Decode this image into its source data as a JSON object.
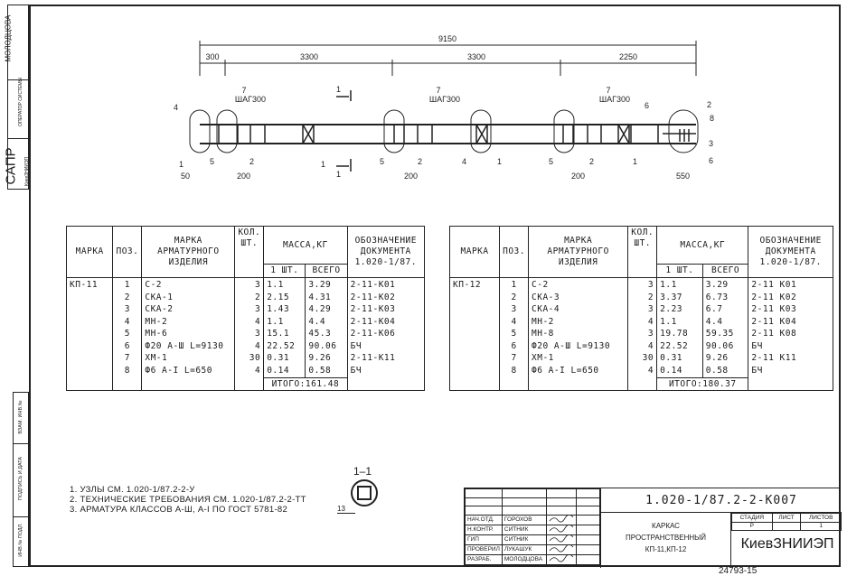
{
  "side_stamp": {
    "name": "МОЛОДЦОВА",
    "role": "ОПЕРАТОР СИСТЕМЫ",
    "system": "САПР",
    "org": "КиевЗНИИЭП",
    "cells": [
      "ВЗАМ. ИНВ.№",
      "ПОДПИСЬ И ДАТА",
      "ИНВ.№ ПОДЛ."
    ]
  },
  "drawing": {
    "dims_total": "9150",
    "dims": [
      "300",
      "3300",
      "3300",
      "2250"
    ],
    "dims_bottom": [
      "50",
      "200",
      "200",
      "200",
      "550"
    ],
    "step_label": "ШАГ300",
    "callout_7": "7",
    "section_mark": "1",
    "callouts": [
      "4",
      "1",
      "5",
      "2",
      "1",
      "5",
      "2",
      "4",
      "1",
      "5",
      "2",
      "1",
      "6",
      "2",
      "8",
      "3",
      "6"
    ]
  },
  "section": {
    "title": "1–1",
    "callout": "13"
  },
  "tables": [
    {
      "mark": "КП-11",
      "header": {
        "mark": "МАРКА",
        "pos": "ПОЗ.",
        "item": "МАРКА\nАРМАТУРНОГО\nИЗДЕЛИЯ",
        "qty": "КОЛ.\nШТ.",
        "mass": "МАССА,КГ",
        "one": "1 ШТ.",
        "total": "ВСЕГО",
        "doc": "ОБОЗНАЧЕНИЕ\nДОКУМЕНТА\n1.020-1/87."
      },
      "rows": [
        [
          "1",
          "С-2",
          "3",
          "1.1",
          "3.29",
          "2-11-К01"
        ],
        [
          "2",
          "СКА-1",
          "2",
          "2.15",
          "4.31",
          "2-11-К02"
        ],
        [
          "3",
          "СКА-2",
          "3",
          "1.43",
          "4.29",
          "2-11-К03"
        ],
        [
          "4",
          "МН-2",
          "4",
          "1.1",
          "4.4",
          "2-11-К04"
        ],
        [
          "5",
          "МН-6",
          "3",
          "15.1",
          "45.3",
          "2-11-К06"
        ],
        [
          "6",
          "Ф20 А-Ш L=9130",
          "4",
          "22.52",
          "90.06",
          "БЧ"
        ],
        [
          "7",
          "ХМ-1",
          "30",
          "0.31",
          "9.26",
          "2-11-К11"
        ],
        [
          "8",
          "Ф6 А-I L=650",
          "4",
          "0.14",
          "0.58",
          "БЧ"
        ]
      ],
      "total": "ИТОГО:161.48"
    },
    {
      "mark": "КП-12",
      "header": {
        "mark": "МАРКА",
        "pos": "ПОЗ.",
        "item": "МАРКА\nАРМАТУРНОГО\nИЗДЕЛИЯ",
        "qty": "КОЛ.\nШТ.",
        "mass": "МАССА,КГ",
        "one": "1 ШТ.",
        "total": "ВСЕГО",
        "doc": "ОБОЗНАЧЕНИЕ\nДОКУМЕНТА\n1.020-1/87."
      },
      "rows": [
        [
          "1",
          "С-2",
          "3",
          "1.1",
          "3.29",
          "2-11 К01"
        ],
        [
          "2",
          "СКА-3",
          "2",
          "3.37",
          "6.73",
          "2-11 К02"
        ],
        [
          "3",
          "СКА-4",
          "3",
          "2.23",
          "6.7",
          "2-11 К03"
        ],
        [
          "4",
          "МН-2",
          "4",
          "1.1",
          "4.4",
          "2-11 К04"
        ],
        [
          "5",
          "МН-8",
          "3",
          "19.78",
          "59.35",
          "2-11 К08"
        ],
        [
          "6",
          "Ф20 А-Ш L=9130",
          "4",
          "22.52",
          "90.06",
          "БЧ"
        ],
        [
          "7",
          "ХМ-1",
          "30",
          "0.31",
          "9.26",
          "2-11 К11"
        ],
        [
          "8",
          "Ф6 А-I L=650",
          "4",
          "0.14",
          "0.58",
          "БЧ"
        ]
      ],
      "total": "ИТОГО:180.37"
    }
  ],
  "notes": [
    "1. УЗЛЫ СМ. 1.020-1/87.2-2-У",
    "2. ТЕХНИЧЕСКИЕ ТРЕБОВАНИЯ СМ. 1.020-1/87.2-2-ТТ",
    "3. АРМАТУРА КЛАССОВ А-Ш, А-I ПО ГОСТ 5781-82"
  ],
  "title_block": {
    "code": "1.020-1/87.2-2-К007",
    "title": "КАРКАС\nПРОСТРАНСТВЕННЫЙ\nКП-11,КП-12",
    "stage_label": "СТАДИЯ",
    "sheet_label": "ЛИСТ",
    "sheets_label": "ЛИСТОВ",
    "stage": "Р",
    "sheet": "",
    "sheets": "1",
    "org": "КиевЗНИИЭП",
    "people": [
      [
        "НАЧ.ОТД.",
        "ГОРОХОВ"
      ],
      [
        "Н.КОНТР.",
        "СИТНИК"
      ],
      [
        "ГИП",
        "СИТНИК"
      ],
      [
        "ПРОВЕРИЛ",
        "ЛУКАШУК"
      ],
      [
        "РАЗРАБ.",
        "МОЛОДЦОВА"
      ]
    ],
    "archive_no": "24793-15"
  }
}
